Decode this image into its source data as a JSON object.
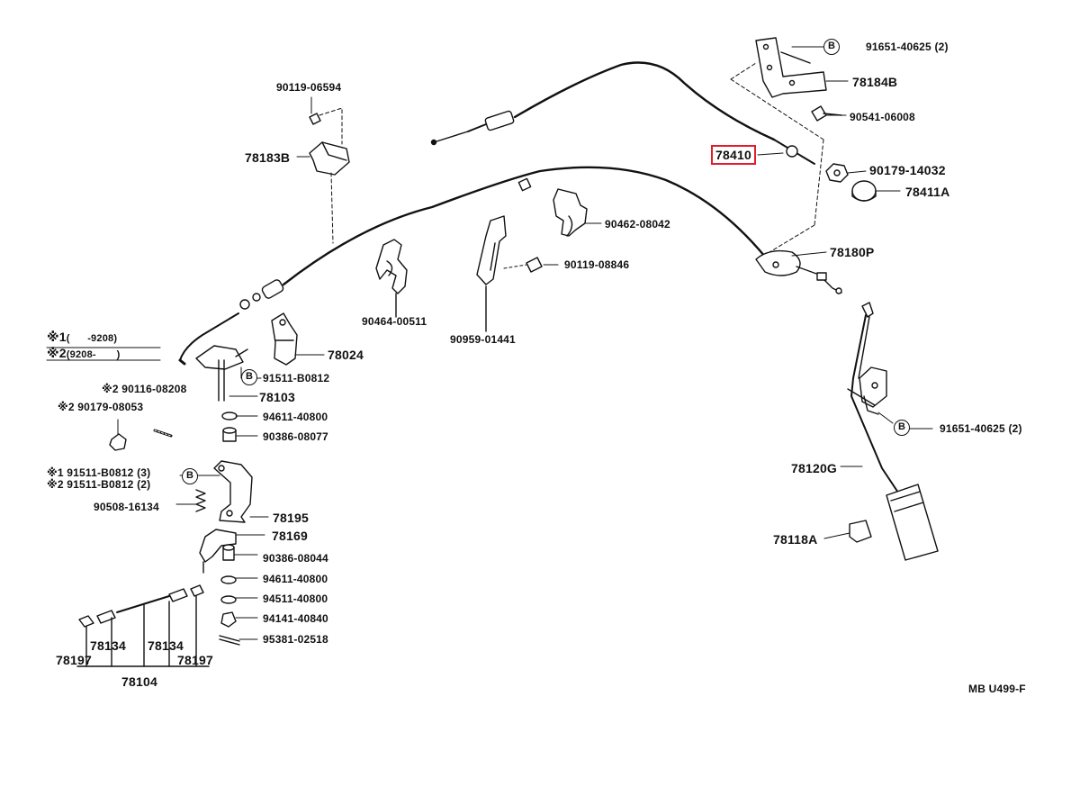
{
  "diagram_code": "MB U499-F",
  "highlight_color": "#e11d2a",
  "badge_letter": "B",
  "legend": {
    "row1_mark": "※1",
    "row1_range": "(      -9208)",
    "row2_mark": "※2",
    "row2_range": "(9208-       )"
  },
  "parts": {
    "p78410": "78410",
    "p91651_top": "91651-40625 (2)",
    "p78184B": "78184B",
    "p90541": "90541-06008",
    "p90179_14032": "90179-14032",
    "p78411A": "78411A",
    "p78180P": "78180P",
    "p90462": "90462-08042",
    "p90119_08846": "90119-08846",
    "p90464": "90464-00511",
    "p90959": "90959-01441",
    "p90119_06594": "90119-06594",
    "p78183B": "78183B",
    "p78024": "78024",
    "p91511_b": "91511-B0812",
    "p78103": "78103",
    "p94611_a": "94611-40800",
    "p90386_08077": "90386-08077",
    "p90116": "※2 90116-08208",
    "p90179_08053": "※2 90179-08053",
    "p91511_r1": "※1  91511-B0812 (3)",
    "p91511_r2": "※2  91511-B0812 (2)",
    "p90508": "90508-16134",
    "p78195": "78195",
    "p78169": "78169",
    "p90386_08044": "90386-08044",
    "p94611_b": "94611-40800",
    "p94511": "94511-40800",
    "p94141": "94141-40840",
    "p95381": "95381-02518",
    "p78134_a": "78134",
    "p78134_b": "78134",
    "p78197_a": "78197",
    "p78197_b": "78197",
    "p78104": "78104",
    "p91651_right": "91651-40625 (2)",
    "p78120G": "78120G",
    "p78118A": "78118A"
  }
}
